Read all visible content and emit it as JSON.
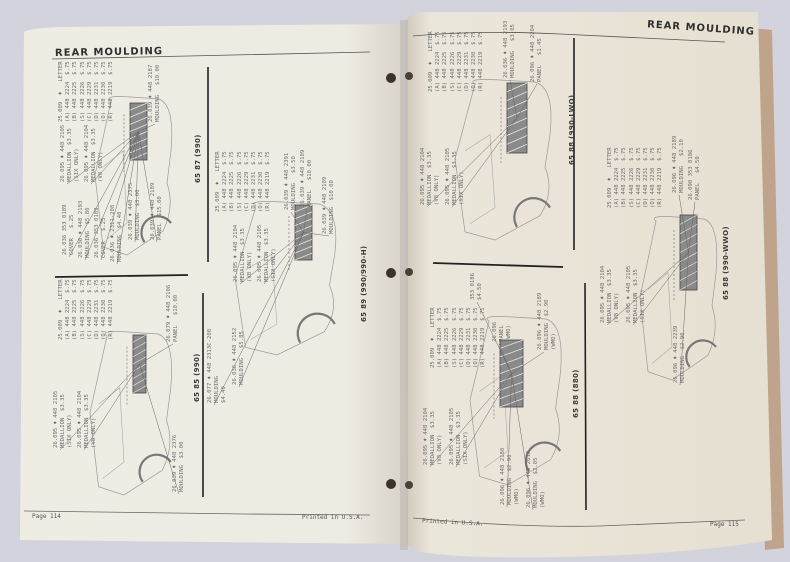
{
  "book": {
    "left_page": {
      "header": "REAR MOULDING",
      "footer_page": "Page 114",
      "footer_printed": "Printed in U.S.A."
    },
    "right_page": {
      "header": "REAR MOULDING",
      "footer_printed": "Printed in U.S.A.",
      "footer_page": "Page 115"
    }
  },
  "diagrams": [
    {
      "label": "65 87 (990)",
      "table": [
        "25.009  ♦   LETTER",
        "(A) 448 2224  $.75",
        "(B) 448 2225  $.75",
        "(S) 448 2226  $.75",
        "(C) 448 2229  $.75",
        "(D) 448 2231  $.75",
        "(O) 448 2230  $.75",
        "(R) 448 2219  $.75"
      ],
      "callouts": [
        [
          "26.039 ♦ 448 2187",
          "MOULDING   $10.00"
        ],
        [
          "26.095 ♦ 448 2105",
          "MEDALLION  $3.35",
          "(SIX ONLY)"
        ],
        [
          "26.095 ♦ 448 2104",
          "MEDALLION  $3.35",
          "(V8 ONLY)"
        ],
        [
          "26.039 ♦ 448 2189",
          "PANEL  $15.00"
        ],
        [
          "26.039 ♦ 448 2375",
          "MOULDING  $3.00"
        ],
        [
          "26.036 353 0189",
          "COVER   $.25"
        ],
        [
          "26.036 ♦ 448 2193",
          "MOULDING  $5.80"
        ],
        [
          "26.036 353 0189",
          "COVER   $.25"
        ],
        [
          "26.036 ♦ 2311-208",
          "MOULDING  $4.40"
        ]
      ]
    },
    {
      "label": "65 85 (990)",
      "table": [
        "25.009  ♦   LETTER",
        "(A) 448 2224  $.75",
        "(B) 448 2225  $.75",
        "(S) 448 2226  $.75",
        "(C) 448 2229  $.75",
        "(D) 448 2231  $.75",
        "(O) 448 2230  $.75",
        "(R) 448 2219  $.75"
      ],
      "callouts": [
        [
          "26.079 ♦ 448 2106",
          "PANEL   $10.00"
        ],
        [
          "26.095 ♦ 448 2105",
          "MEDALLION  $3.35",
          "(SIX ONLY)"
        ],
        [
          "26.095 ♦ 448 2104",
          "MEDALLION  $3.35",
          "(V8 ONLY)"
        ],
        [
          "26.039 ♦ 448 2376",
          "MOULDING  $3.00"
        ]
      ]
    },
    {
      "label": "65 89 (990/990-H)",
      "table": [
        "25.009  ♦   LETTER",
        "(A) 448 2224  $.75",
        "(B) 448 2225  $.75",
        "(S) 448 2226  $.75",
        "(C) 448 2229  $.75",
        "(D) 448 2231  $.75",
        "(O) 448 2230  $.75",
        "(R) 448 2219  $.75"
      ],
      "callouts": [
        [
          "26.039 ♦ 448 2391",
          "MOULDING   $3.50"
        ],
        [
          "26.039 ♦ 448 2109",
          "PANEL   $10.00"
        ],
        [
          "26.039 ♦ 448 2109",
          "MOULDING  $10.00"
        ],
        [
          "26.095 ♦ 448 2104",
          "MEDALLION  $3.35",
          "(V8 ONLY)"
        ],
        [
          "26.095 ♦ 448 2105",
          "MEDALLION  $3.35",
          "(SIX ONLY)"
        ],
        [
          "26.036 ♦ 448 2152",
          "MOULDING   $5.85"
        ],
        [
          "26.077 ♦ 448 2313C-208",
          "MOULDING",
          "$4.40"
        ]
      ]
    },
    {
      "label": "65 88 (990-LWO)",
      "table": [
        "25.009  ♦   LETTER",
        "(A) 448 2224  $.75",
        "(B) 448 2225  $.75",
        "(S) 448 2226  $.75",
        "(C) 448 2229  $.75",
        "(D) 448 2231  $.75",
        "(O) 448 2230  $.75",
        "(R) 448 2219  $.75"
      ],
      "callouts": [
        [
          "26.036 ♦ 448 2193",
          "MOULDING   $3.05"
        ],
        [
          "26.096 ♦ 448 2204",
          "PANEL   $1.45"
        ],
        [
          "26.095 ♦ 448 2104",
          "MEDALLION  $3.35",
          "(V8 ONLY)"
        ],
        [
          "26.095 ♦ 448 2105",
          "MEDALLION  $3.35",
          "(SIX ONLY)"
        ]
      ]
    },
    {
      "label": "65 88 (880)",
      "table": [
        "25.009  ♦   LETTER",
        "(A) 448 2224  $.75",
        "(B) 448 2225  $.75",
        "(S) 448 2226  $.75",
        "(C) 448 2229  $.75",
        "(D) 448 2231  $.75",
        "(O) 448 2230  $.75",
        "(R) 448 2219  $.75"
      ],
      "callouts": [
        [
          "353 0186",
          "$4.50"
        ],
        [
          "26.096",
          "PANEL",
          "(WMO)"
        ],
        [
          "26.096 ♦ 448 2189",
          "MOULDING  $2.90",
          "(WMO)"
        ],
        [
          "26.095 ♦ 448 2104",
          "MEDALLION  $3.35",
          "(V8 ONLY)"
        ],
        [
          "26.095 ♦ 448 2105",
          "MEDALLION  $3.35",
          "(SIX ONLY)"
        ],
        [
          "26.096 ♦ 448 2180",
          "MOULDING  $2.90",
          "(WMO)"
        ],
        [
          "26.096 ♦ 448 2618",
          "MOULDING  $2.05",
          "(WMO)"
        ]
      ]
    },
    {
      "label": "65 88 (990-WWO)",
      "table": [
        "25.009  ♦   LETTER",
        "(A) 448 2224  $.75",
        "(B) 448 2225  $.75",
        "(S) 448 2226  $.75",
        "(C) 448 2229  $.75",
        "(D) 448 2231  $.75",
        "(O) 448 2230  $.75",
        "(R) 448 2219  $.75"
      ],
      "callouts": [
        [
          "26.096 ♦ 448 2189",
          "MOULDING   $2.10"
        ],
        [
          "26.090 353 0186",
          "PANEL   $4.50"
        ],
        [
          "26.095 ♦ 448 2104",
          "MEDALLION  $3.35",
          "(V8 ONLY)"
        ],
        [
          "26.095 ♦ 448 2105",
          "MEDALLION  $3.35",
          "(SIX ONLY)"
        ],
        [
          "26.096 ♦ 448 2239",
          "MOULDING  $2.90"
        ]
      ]
    }
  ]
}
